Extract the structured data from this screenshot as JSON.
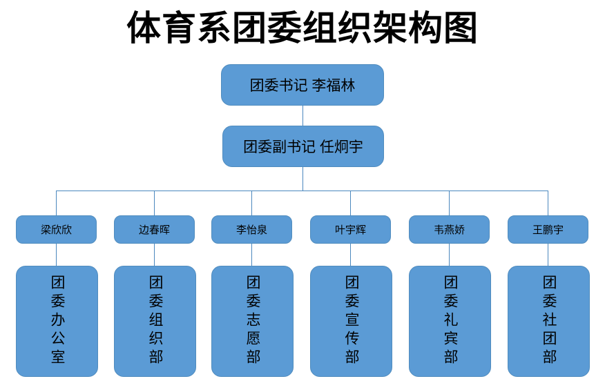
{
  "title": "体育系团委组织架构图",
  "theme": {
    "box_fill": "#5B9BD5",
    "box_border": "#508CBE",
    "connector": "#4A87BE",
    "text": "#000000",
    "background": "#FFFFFF"
  },
  "executives": [
    {
      "id": "secretary",
      "label": "团委书记  李福林",
      "role": "团委书记",
      "name": "李福林"
    },
    {
      "id": "deputy-secretary",
      "label": "团委副书记  任炯宇",
      "role": "团委副书记",
      "name": "任炯宇"
    }
  ],
  "branches": [
    {
      "person": "梁欣欣",
      "department": "团委办公室"
    },
    {
      "person": "边春晖",
      "department": "团委组织部"
    },
    {
      "person": "李怡泉",
      "department": "团委志愿部"
    },
    {
      "person": "叶宇辉",
      "department": "团委宣传部"
    },
    {
      "person": "韦燕娇",
      "department": "团委礼宾部"
    },
    {
      "person": "王鹏宇",
      "department": "团委社团部"
    }
  ]
}
